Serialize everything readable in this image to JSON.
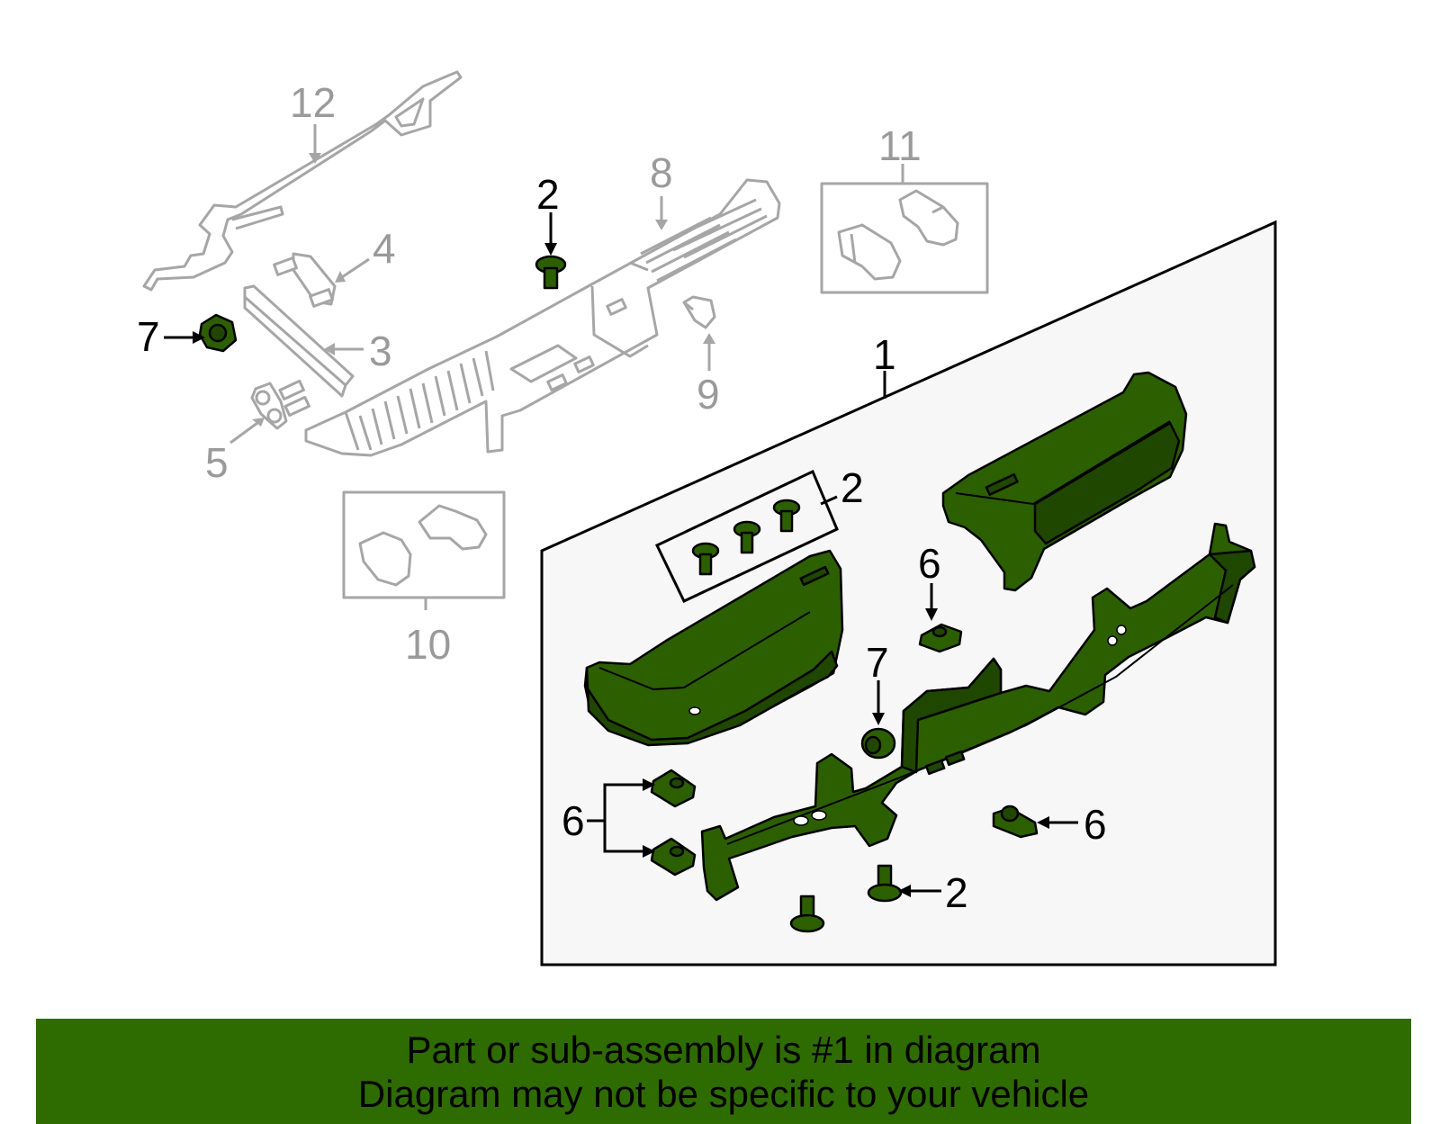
{
  "callouts": {
    "c1": "1",
    "c2a": "2",
    "c2b": "2",
    "c2c": "2",
    "c3": "3",
    "c4": "4",
    "c5": "5",
    "c6a": "6",
    "c6b": "6",
    "c6c": "6",
    "c7a": "7",
    "c7b": "7",
    "c8": "8",
    "c9": "9",
    "c10": "10",
    "c11": "11",
    "c12": "12"
  },
  "footer": {
    "line1": "Part or sub-assembly is #1 in diagram",
    "line2": "Diagram may not be specific to your vehicle"
  },
  "colors": {
    "highlight_part": "#2c5f00",
    "banner": "#2e6b00",
    "ghost_part": "#a6a6a6",
    "assembly_panel": "#f7f7f7"
  }
}
